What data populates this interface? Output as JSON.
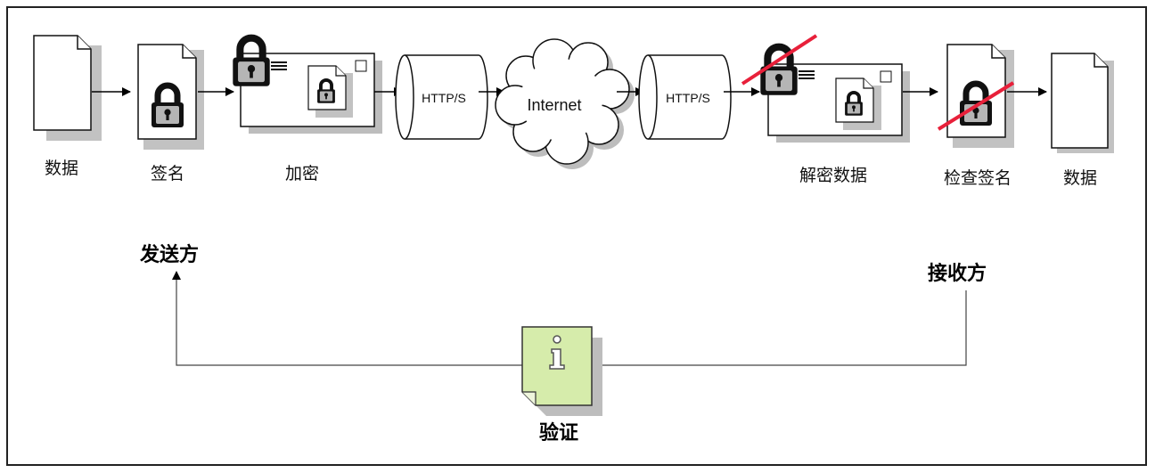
{
  "steps": {
    "data_left": "数据",
    "sign": "签名",
    "encrypt": "加密",
    "decrypt_data": "解密数据",
    "check_signature": "检查签名",
    "data_right": "数据"
  },
  "transport": {
    "left_pipe": "HTTP/S",
    "cloud": "Internet",
    "right_pipe": "HTTP/S"
  },
  "roles": {
    "sender": "发送方",
    "receiver": "接收方"
  },
  "verification": {
    "label": "验证"
  },
  "colors": {
    "strike": "#e8203a",
    "info_note": "#d6ecab",
    "shadow": "#b8b8b8"
  }
}
